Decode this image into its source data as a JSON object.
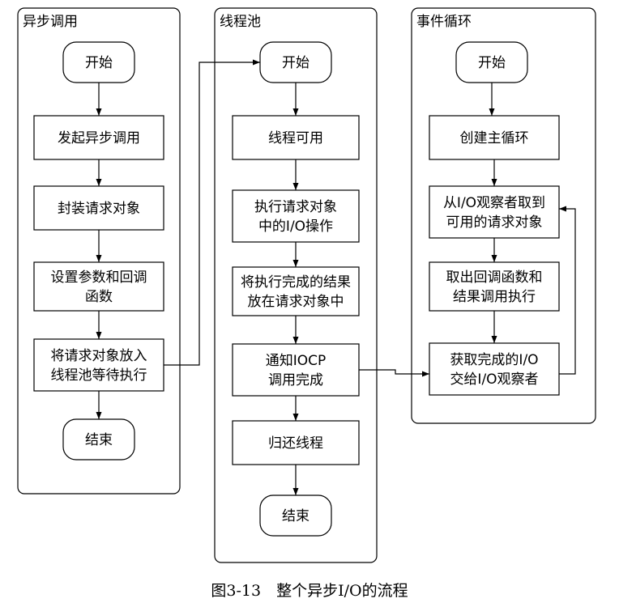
{
  "lanes": [
    {
      "key": "async",
      "title": "异步调用"
    },
    {
      "key": "pool",
      "title": "线程池"
    },
    {
      "key": "loop",
      "title": "事件循环"
    }
  ],
  "nodes": {
    "a_start": {
      "lines": [
        "开始"
      ],
      "shape": "terminal"
    },
    "a1": {
      "lines": [
        "发起异步调用"
      ],
      "shape": "process"
    },
    "a2": {
      "lines": [
        "封装请求对象"
      ],
      "shape": "process"
    },
    "a3": {
      "lines": [
        "设置参数和回调",
        "函数"
      ],
      "shape": "process"
    },
    "a4": {
      "lines": [
        "将请求对象放入",
        "线程池等待执行"
      ],
      "shape": "process"
    },
    "a_end": {
      "lines": [
        "结束"
      ],
      "shape": "terminal"
    },
    "p_start": {
      "lines": [
        "开始"
      ],
      "shape": "terminal"
    },
    "p1": {
      "lines": [
        "线程可用"
      ],
      "shape": "process"
    },
    "p2": {
      "lines": [
        "执行请求对象",
        "中的I/O操作"
      ],
      "shape": "process"
    },
    "p3": {
      "lines": [
        "将执行完成的结果",
        "放在请求对象中"
      ],
      "shape": "process"
    },
    "p4": {
      "lines": [
        "通知IOCP",
        "调用完成"
      ],
      "shape": "process"
    },
    "p5": {
      "lines": [
        "归还线程"
      ],
      "shape": "process"
    },
    "p_end": {
      "lines": [
        "结束"
      ],
      "shape": "terminal"
    },
    "l_start": {
      "lines": [
        "开始"
      ],
      "shape": "terminal"
    },
    "l1": {
      "lines": [
        "创建主循环"
      ],
      "shape": "process"
    },
    "l2": {
      "lines": [
        "从I/O观察者取到",
        "可用的请求对象"
      ],
      "shape": "process"
    },
    "l3": {
      "lines": [
        "取出回调函数和",
        "结果调用执行"
      ],
      "shape": "process"
    },
    "l4": {
      "lines": [
        "获取完成的I/O",
        "交给I/O观察者"
      ],
      "shape": "process"
    }
  },
  "edges": [
    [
      "a_start",
      "a1"
    ],
    [
      "a1",
      "a2"
    ],
    [
      "a2",
      "a3"
    ],
    [
      "a3",
      "a4"
    ],
    [
      "a4",
      "a_end"
    ],
    [
      "a4",
      "p_start"
    ],
    [
      "p_start",
      "p1"
    ],
    [
      "p1",
      "p2"
    ],
    [
      "p2",
      "p3"
    ],
    [
      "p3",
      "p4"
    ],
    [
      "p4",
      "p5"
    ],
    [
      "p5",
      "p_end"
    ],
    [
      "p4",
      "l4"
    ],
    [
      "l_start",
      "l1"
    ],
    [
      "l1",
      "l2"
    ],
    [
      "l2",
      "l3"
    ],
    [
      "l3",
      "l4"
    ],
    [
      "l4",
      "l2"
    ]
  ],
  "caption": "图3-13　整个异步I/O的流程"
}
